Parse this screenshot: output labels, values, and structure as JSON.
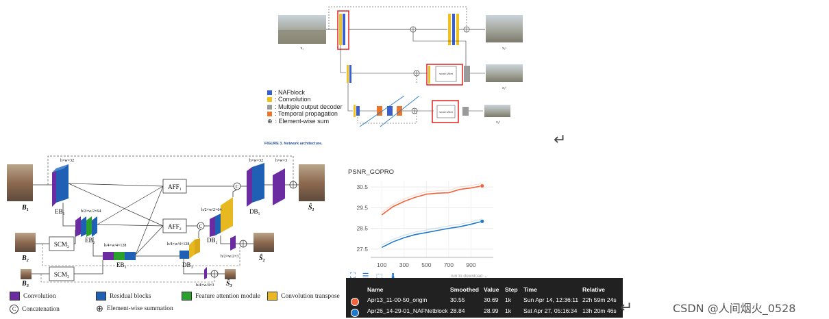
{
  "top_figure": {
    "legend": [
      {
        "label": ": NAFblock",
        "color": "#3a5fcd"
      },
      {
        "label": ": Convolution",
        "color": "#f0c020"
      },
      {
        "label": ": Multiple output decoder",
        "color": "#9a9a9a"
      },
      {
        "label": ": Temporal propagation",
        "color": "#e8762d"
      },
      {
        "label": ": Element-wise sum",
        "color": "circle-plus"
      }
    ],
    "caption": "FIGURE 3.  Network architecture.",
    "input_label": "x₁",
    "output_labels": [
      "x₁¹",
      "x₁²",
      "x₁³"
    ],
    "unet_labels": [
      "small UNet",
      "small UNet"
    ]
  },
  "bottom_figure": {
    "dims": [
      "h×w×32",
      "h×w×32",
      "h×w×3",
      "h/2×w/2×64",
      "h/2×w/2×64",
      "h/4×w/4×128",
      "h/4×w/4×128",
      "h/2×w/2×3",
      "h/4×w/4×3"
    ],
    "blocks": [
      "AFF₁",
      "AFF₂",
      "SCM₂",
      "SCM₃"
    ],
    "encoder_labels": [
      "EB₁",
      "EB₂",
      "EB₃"
    ],
    "decoder_labels": [
      "DB₁",
      "DB₂",
      "DB₃"
    ],
    "inputs": [
      "B₁",
      "B₂",
      "B₃"
    ],
    "outputs": [
      "Ŝ₁",
      "Ŝ₂",
      "Ŝ₃"
    ],
    "concat_symbol": "C",
    "legend": [
      {
        "label": "Convolution",
        "color": "#6a2ca0"
      },
      {
        "label": "Residual blocks",
        "color": "#1f5fb4"
      },
      {
        "label": "Feature attention module",
        "color": "#2ca02c"
      },
      {
        "label": "Convolution transpose",
        "color": "#e8b820"
      },
      {
        "label": "Concatenation",
        "symbol": "C"
      },
      {
        "label": "Element-wise summation",
        "symbol": "⊕"
      }
    ]
  },
  "tensorboard": {
    "title": "PSNR_GOPRO",
    "run_to_download": "run to download",
    "table_headers": {
      "name": "Name",
      "smoothed": "Smoothed",
      "value": "Value",
      "step": "Step",
      "time": "Time",
      "relative": "Relative"
    },
    "rows": [
      {
        "color": "#f4623a",
        "name": "Apr13_11-00-50_origin",
        "smoothed": "30.55",
        "value": "30.69",
        "step": "1k",
        "time": "Sun Apr 14, 12:36:11",
        "relative": "22h 59m 24s"
      },
      {
        "color": "#1f78c8",
        "name": "Apr26_14-29-01_NAFNetblock",
        "smoothed": "28.84",
        "value": "28.99",
        "step": "1k",
        "time": "Sat Apr 27, 05:16:34",
        "relative": "13h 20m 46s"
      }
    ]
  },
  "chart_data": {
    "type": "line",
    "title": "PSNR_GOPRO",
    "x_ticks": [
      100,
      300,
      500,
      700,
      900
    ],
    "y_ticks": [
      27.5,
      28.5,
      29.5,
      30.5
    ],
    "xlim": [
      0,
      1100
    ],
    "ylim": [
      27.1,
      30.8
    ],
    "series": [
      {
        "name": "Apr13_11-00-50_origin",
        "color": "#f4623a",
        "x": [
          100,
          200,
          300,
          400,
          500,
          600,
          700,
          800,
          900,
          1000
        ],
        "y": [
          29.15,
          29.55,
          29.8,
          30.0,
          30.15,
          30.2,
          30.22,
          30.38,
          30.45,
          30.55
        ]
      },
      {
        "name": "Apr26_14-29-01_NAFNetblock",
        "color": "#1f78c8",
        "x": [
          100,
          200,
          300,
          400,
          500,
          600,
          700,
          800,
          900,
          1000
        ],
        "y": [
          27.58,
          27.85,
          28.05,
          28.2,
          28.3,
          28.4,
          28.5,
          28.58,
          28.7,
          28.84
        ]
      }
    ]
  },
  "watermark": "CSDN @人间烟火_0528",
  "return_symbol": "↵"
}
